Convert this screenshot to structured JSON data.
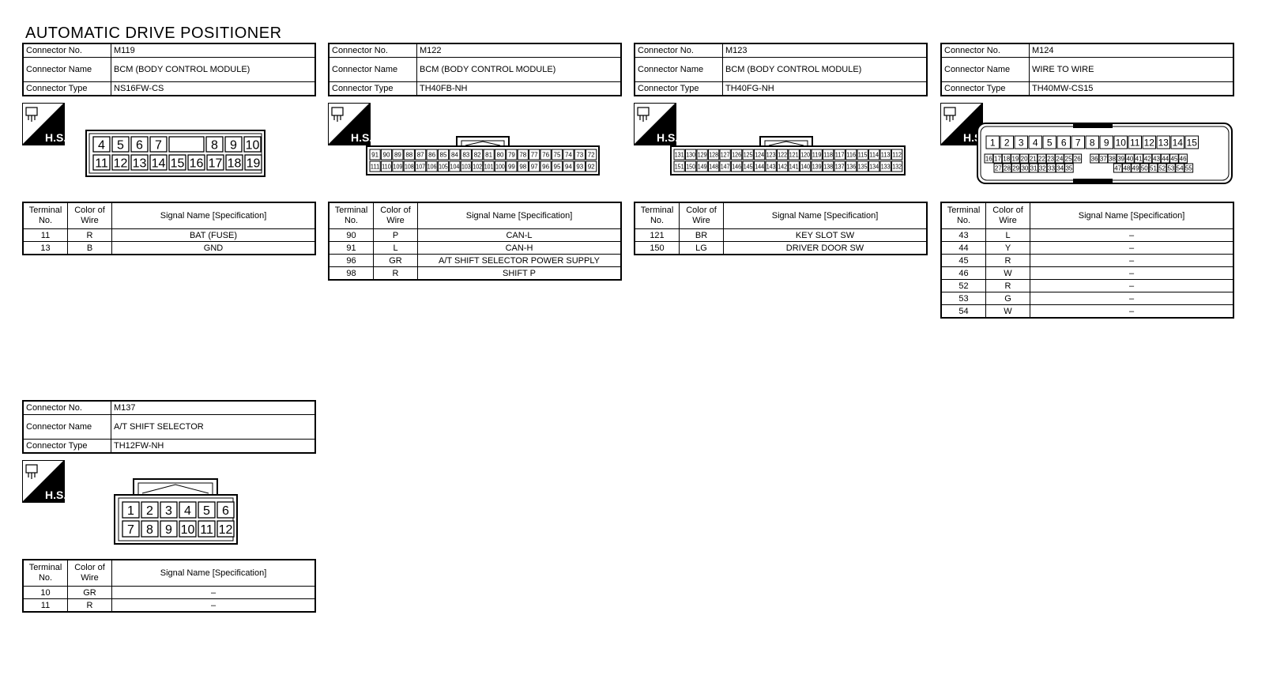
{
  "title": "AUTOMATIC DRIVE POSITIONER",
  "labels": {
    "connector_no": "Connector No.",
    "connector_name": "Connector Name",
    "connector_type": "Connector Type",
    "terminal_no": "Terminal No.",
    "color_of_wire": "Color of Wire",
    "signal_name": "Signal Name [Specification]",
    "hs_badge": "H.S."
  },
  "connectors": [
    {
      "no": "M119",
      "name": "BCM (BODY CONTROL MODULE)",
      "type": "NS16FW-CS",
      "pins_top": [
        "4",
        "5",
        "6",
        "7",
        "",
        "8",
        "9",
        "10"
      ],
      "pins_bottom": [
        "11",
        "12",
        "13",
        "14",
        "15",
        "16",
        "17",
        "18",
        "19"
      ],
      "rows": [
        {
          "t": "11",
          "c": "R",
          "s": "BAT (FUSE)"
        },
        {
          "t": "13",
          "c": "B",
          "s": "GND"
        }
      ]
    },
    {
      "no": "M122",
      "name": "BCM (BODY CONTROL MODULE)",
      "type": "TH40FB-NH",
      "pins_top": [
        "91",
        "90",
        "89",
        "88",
        "87",
        "86",
        "85",
        "84",
        "83",
        "82",
        "81",
        "80",
        "79",
        "78",
        "77",
        "76",
        "75",
        "74",
        "73",
        "72"
      ],
      "pins_bottom": [
        "111",
        "110",
        "109",
        "108",
        "107",
        "106",
        "105",
        "104",
        "103",
        "102",
        "101",
        "100",
        "99",
        "98",
        "97",
        "96",
        "95",
        "94",
        "93",
        "92"
      ],
      "rows": [
        {
          "t": "90",
          "c": "P",
          "s": "CAN-L"
        },
        {
          "t": "91",
          "c": "L",
          "s": "CAN-H"
        },
        {
          "t": "96",
          "c": "GR",
          "s": "A/T SHIFT SELECTOR  POWER SUPPLY"
        },
        {
          "t": "98",
          "c": "R",
          "s": "SHIFT P"
        }
      ]
    },
    {
      "no": "M123",
      "name": "BCM (BODY CONTROL MODULE)",
      "type": "TH40FG-NH",
      "pins_top": [
        "131",
        "130",
        "129",
        "128",
        "127",
        "126",
        "125",
        "124",
        "123",
        "122",
        "121",
        "120",
        "119",
        "118",
        "117",
        "116",
        "115",
        "114",
        "113",
        "112"
      ],
      "pins_bottom": [
        "151",
        "150",
        "149",
        "148",
        "147",
        "146",
        "145",
        "144",
        "143",
        "142",
        "141",
        "140",
        "139",
        "138",
        "137",
        "136",
        "135",
        "134",
        "133",
        "132"
      ],
      "rows": [
        {
          "t": "121",
          "c": "BR",
          "s": "KEY SLOT SW"
        },
        {
          "t": "150",
          "c": "LG",
          "s": "DRIVER DOOR SW"
        }
      ]
    },
    {
      "no": "M124",
      "name": "WIRE TO WIRE",
      "type": "TH40MW-CS15",
      "pins_top": [
        "1",
        "2",
        "3",
        "4",
        "5",
        "6",
        "7",
        "8",
        "9",
        "10",
        "11",
        "12",
        "13",
        "14",
        "15"
      ],
      "pins_mid": [
        "16",
        "17",
        "18",
        "19",
        "20",
        "21",
        "22",
        "23",
        "24",
        "25",
        "26",
        "",
        "36",
        "37",
        "38",
        "39",
        "40",
        "41",
        "42",
        "43",
        "44",
        "45",
        "46"
      ],
      "pins_bottom": [
        "27",
        "28",
        "29",
        "30",
        "31",
        "32",
        "33",
        "34",
        "35",
        "",
        "47",
        "48",
        "49",
        "50",
        "51",
        "52",
        "53",
        "54",
        "55"
      ],
      "rows": [
        {
          "t": "43",
          "c": "L",
          "s": "–"
        },
        {
          "t": "44",
          "c": "Y",
          "s": "–"
        },
        {
          "t": "45",
          "c": "R",
          "s": "–"
        },
        {
          "t": "46",
          "c": "W",
          "s": "–"
        },
        {
          "t": "52",
          "c": "R",
          "s": "–"
        },
        {
          "t": "53",
          "c": "G",
          "s": "–"
        },
        {
          "t": "54",
          "c": "W",
          "s": "–"
        }
      ]
    },
    {
      "no": "M137",
      "name": "A/T SHIFT SELECTOR",
      "type": "TH12FW-NH",
      "pins_top": [
        "1",
        "2",
        "3",
        "4",
        "5",
        "6"
      ],
      "pins_bottom": [
        "7",
        "8",
        "9",
        "10",
        "11",
        "12"
      ],
      "rows": [
        {
          "t": "10",
          "c": "GR",
          "s": "–"
        },
        {
          "t": "11",
          "c": "R",
          "s": "–"
        }
      ]
    }
  ]
}
